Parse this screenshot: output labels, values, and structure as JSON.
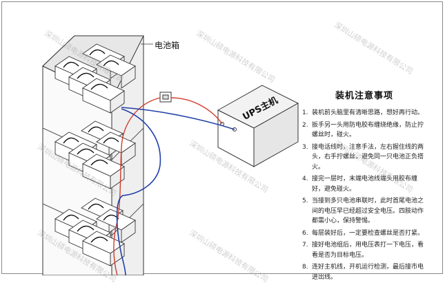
{
  "cabinet_label": "电池箱",
  "ups_label": "UPS主机",
  "notes": {
    "title": "装机注意事项",
    "items": [
      {
        "num": "1.",
        "text": "装机前头脑里有清晰思路，想好再行动。"
      },
      {
        "num": "2.",
        "text": "扳手另一头用防电胶布缠绕绝缘，防止拧螺丝时，碰火。"
      },
      {
        "num": "3.",
        "text": "接电话线时，注意手法，左右握住线的两头，右手拧螺丝，避免同一只电池正负搭火。"
      },
      {
        "num": "4.",
        "text": "接完一层时，末端电池线端头用胶布缠好，避免碰火。"
      },
      {
        "num": "5.",
        "text": "当接到多只电池串联时，此时首尾电池之间的电压早已经超过安全电压。四肢动作都需小心，保持警惕。"
      },
      {
        "num": "6.",
        "text": "每层装好后，一定要检查螺丝是否打紧。"
      },
      {
        "num": "7.",
        "text": "接好电池组后，用电压表打一下电压，看看是否为目标电压。"
      },
      {
        "num": "8.",
        "text": "连好主机线，开机运行检测，最后接市电进出线。"
      }
    ]
  },
  "watermark": "深圳山硕电源科技有限公司",
  "colors": {
    "wire_red": "#d03a2a",
    "wire_blue": "#1f3fa6",
    "outline": "#333333",
    "cabinet_fill": "#f2f2f2"
  }
}
